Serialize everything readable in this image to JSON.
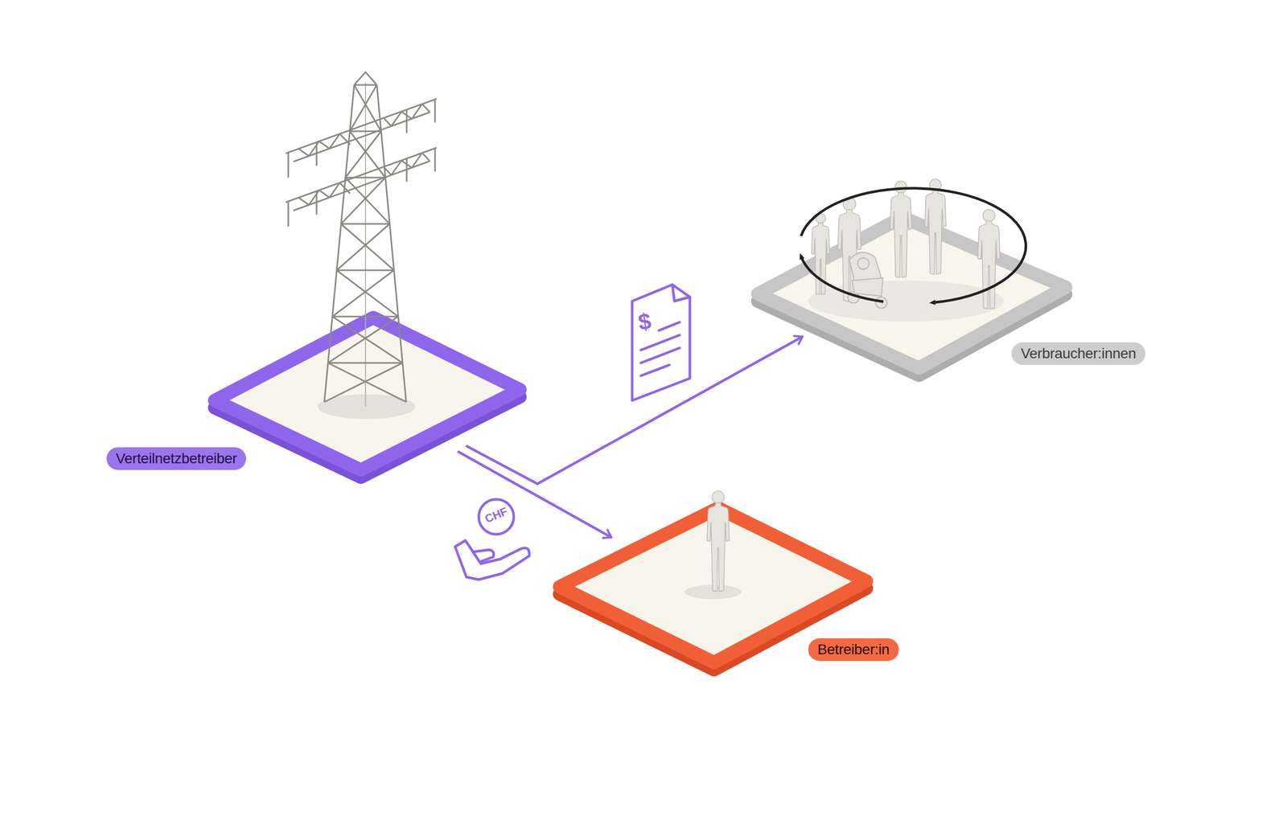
{
  "diagram": {
    "nodes": [
      {
        "text": [
          "Verteilnetzbetreiber"
        ]
      },
      {
        "text": [
          "Verbraucher:innen"
        ]
      },
      {
        "text": [
          "Betreiber:in"
        ]
      }
    ],
    "edges": [
      {
        "from": 0,
        "to": 1,
        "arrow": "to"
      },
      {
        "from": 0,
        "to": 2,
        "arrow": "to"
      }
    ],
    "labels": [
      "$",
      "CHF"
    ]
  }
}
